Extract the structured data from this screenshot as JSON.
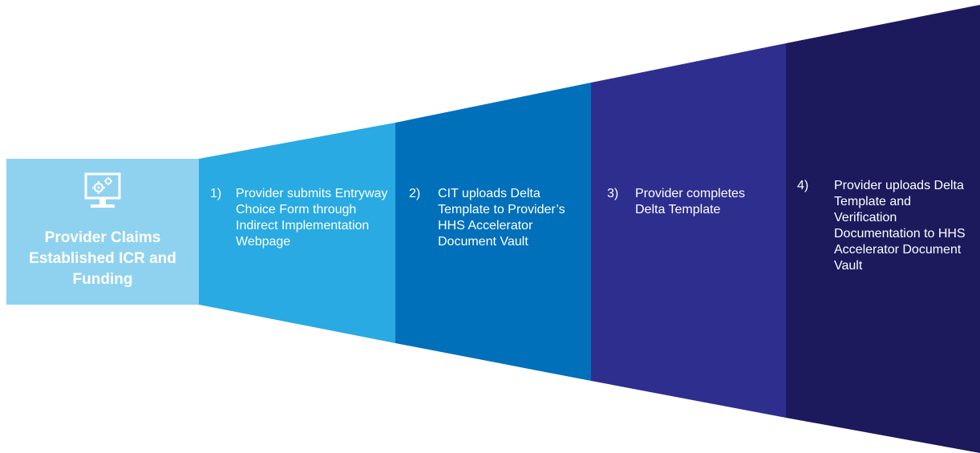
{
  "start": {
    "title": "Provider Claims Established ICR and Funding",
    "icon": "monitor-gears-icon",
    "color": "#8fd2f0"
  },
  "steps": [
    {
      "number": "1)",
      "text": "Provider submits Entryway Choice Form through Indirect Implementation Webpage",
      "color": "#29aae2"
    },
    {
      "number": "2)",
      "text": "CIT uploads Delta Template to Provider’s HHS Accelerator Document Vault",
      "color": "#0070bb"
    },
    {
      "number": "3)",
      "text": "Provider completes Delta Template",
      "color": "#2e2e8f"
    },
    {
      "number": "4)",
      "text": "Provider uploads Delta Template and Verification Documentation to HHS Accelerator Document Vault",
      "color": "#1c1a5c"
    }
  ]
}
